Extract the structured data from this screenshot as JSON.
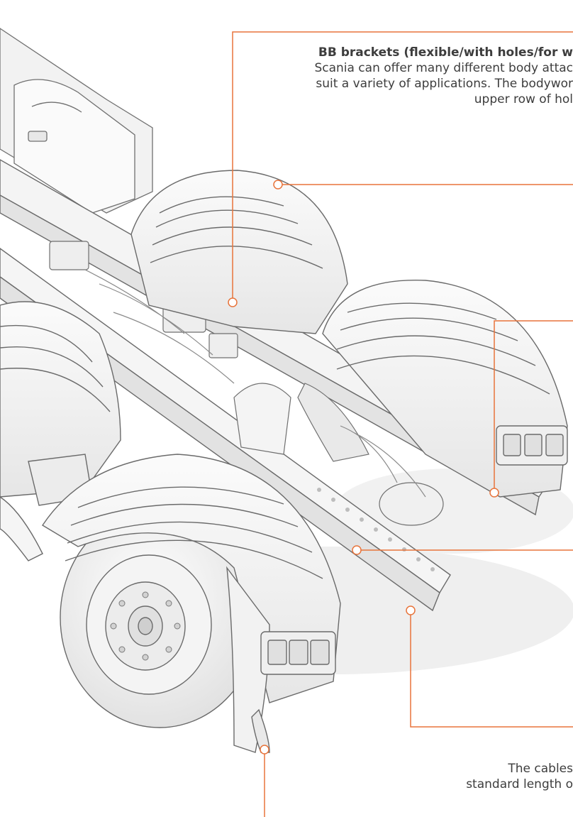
{
  "callouts": {
    "brackets": {
      "heading": "BB brackets (flexible/with holes/for w",
      "lines": [
        "Scania can offer many different body attac",
        "suit a variety of applications. The bodywor",
        "upper row of hol"
      ]
    },
    "cables": {
      "lines": [
        "The cables",
        "standard length o"
      ]
    }
  },
  "colors": {
    "leader": "#e8743b",
    "text": "#3d3d3d",
    "part": "#f0f0f0",
    "outline": "#6f6f6f",
    "shadow": "#e4e4e4"
  }
}
